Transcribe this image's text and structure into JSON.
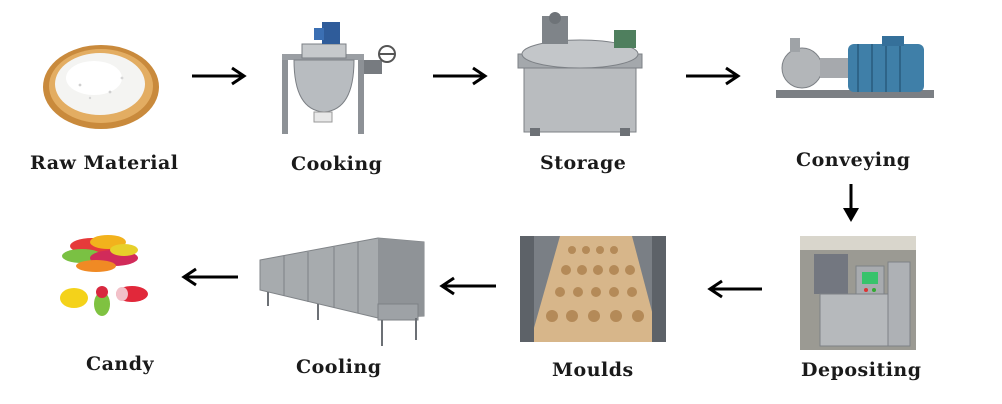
{
  "stages": [
    {
      "id": "raw-material",
      "label": "Raw Material",
      "icon": "sugar-bowl-icon"
    },
    {
      "id": "cooking",
      "label": "Cooking",
      "icon": "cooking-kettle-icon"
    },
    {
      "id": "storage",
      "label": "Storage",
      "icon": "storage-tank-icon"
    },
    {
      "id": "conveying",
      "label": "Conveying",
      "icon": "pump-motor-icon"
    },
    {
      "id": "depositing",
      "label": "Depositing",
      "icon": "depositing-machine-icon"
    },
    {
      "id": "moulds",
      "label": "Moulds",
      "icon": "mould-tray-icon"
    },
    {
      "id": "cooling",
      "label": "Cooling",
      "icon": "cooling-tunnel-icon"
    },
    {
      "id": "candy",
      "label": "Candy",
      "icon": "gummy-candy-icon"
    }
  ],
  "flow": [
    "raw-material",
    "cooking",
    "storage",
    "conveying",
    "depositing",
    "moulds",
    "cooling",
    "candy"
  ],
  "colors": {
    "arrow": "#000000",
    "label": "#1a1a1a",
    "steel": "#a9adb1",
    "motor": "#3f7fa8"
  }
}
